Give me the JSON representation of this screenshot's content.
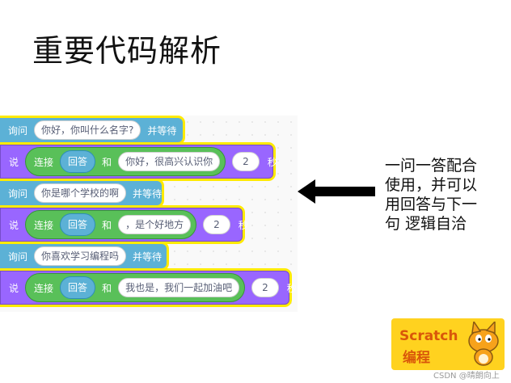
{
  "slide": {
    "title": "重要代码解析"
  },
  "blocks": [
    {
      "type": "ask",
      "keyword": "询问",
      "text": "你好，你叫什么名字?",
      "tail": "并等待"
    },
    {
      "type": "say",
      "keyword": "说",
      "join": "连接",
      "answer": "回答",
      "and": "和",
      "text": "你好，很高兴认识你",
      "seconds": "2",
      "unit": "秒"
    },
    {
      "type": "ask",
      "keyword": "询问",
      "text": "你是哪个学校的啊",
      "tail": "并等待"
    },
    {
      "type": "say",
      "keyword": "说",
      "join": "连接",
      "answer": "回答",
      "and": "和",
      "text": "，是个好地方",
      "seconds": "2",
      "unit": "秒"
    },
    {
      "type": "ask",
      "keyword": "询问",
      "text": "你喜欢学习编程吗",
      "tail": "并等待"
    },
    {
      "type": "say",
      "keyword": "说",
      "join": "连接",
      "answer": "回答",
      "and": "和",
      "text": "我也是，我们一起加油吧",
      "seconds": "2",
      "unit": "秒"
    }
  ],
  "note": "一问一答配合使用，并可以用回答与下一句 逻辑自洽",
  "logo": {
    "line1": "Scratch",
    "line2": "编程"
  },
  "watermark": "CSDN @晴朗向上",
  "colors": {
    "ask": "#5cb1d6",
    "say": "#9966ff",
    "operator": "#59c059",
    "highlight": "#ffea00"
  }
}
